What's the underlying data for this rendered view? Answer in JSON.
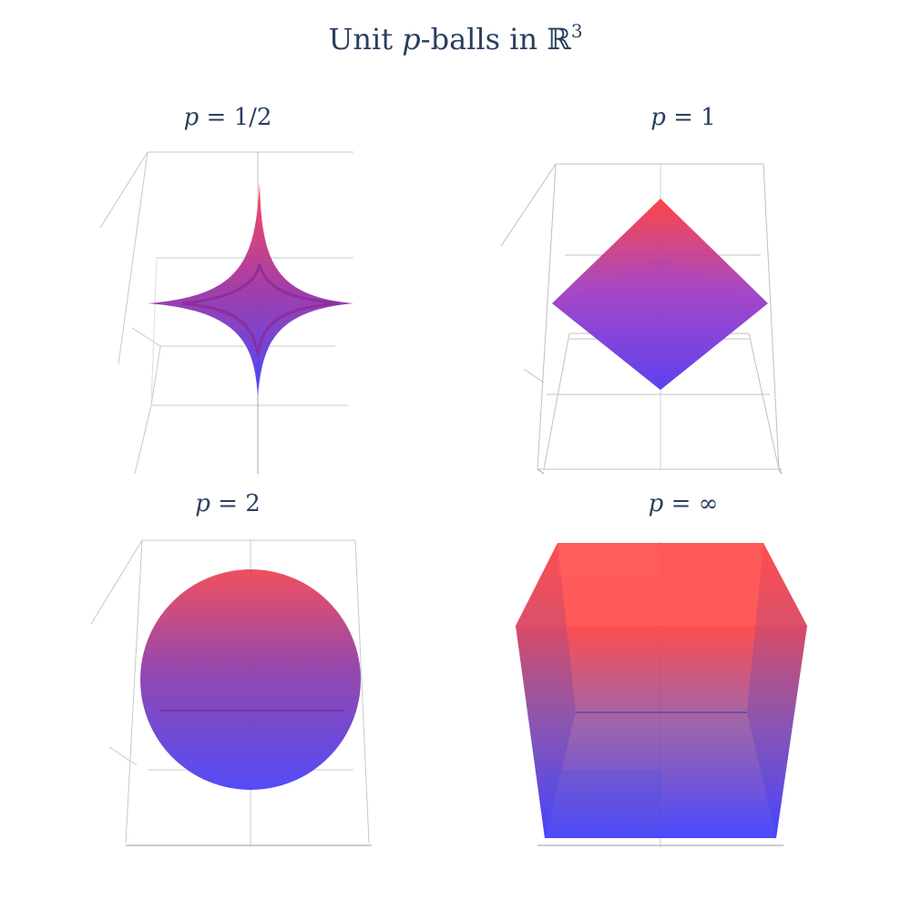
{
  "figure": {
    "title": {
      "prefix": "Unit ",
      "p": "p",
      "middle": "-balls in ",
      "space": "ℝ",
      "exponent": "3"
    },
    "colors": {
      "text": "#2a3f5f",
      "top": "#ff4040",
      "bottom": "#4040ff",
      "mid": "#a030a0",
      "grid": "#c8c8c8",
      "axis": "#888888"
    },
    "subplots": [
      {
        "id": "half",
        "p_label": "p",
        "eq": " = ",
        "value": "1/2",
        "shape": "astroid-star"
      },
      {
        "id": "one",
        "p_label": "p",
        "eq": " = ",
        "value": "1",
        "shape": "octahedron"
      },
      {
        "id": "two",
        "p_label": "p",
        "eq": " = ",
        "value": "2",
        "shape": "sphere"
      },
      {
        "id": "inf",
        "p_label": "p",
        "eq": " = ",
        "value": "∞",
        "shape": "cube"
      }
    ]
  }
}
